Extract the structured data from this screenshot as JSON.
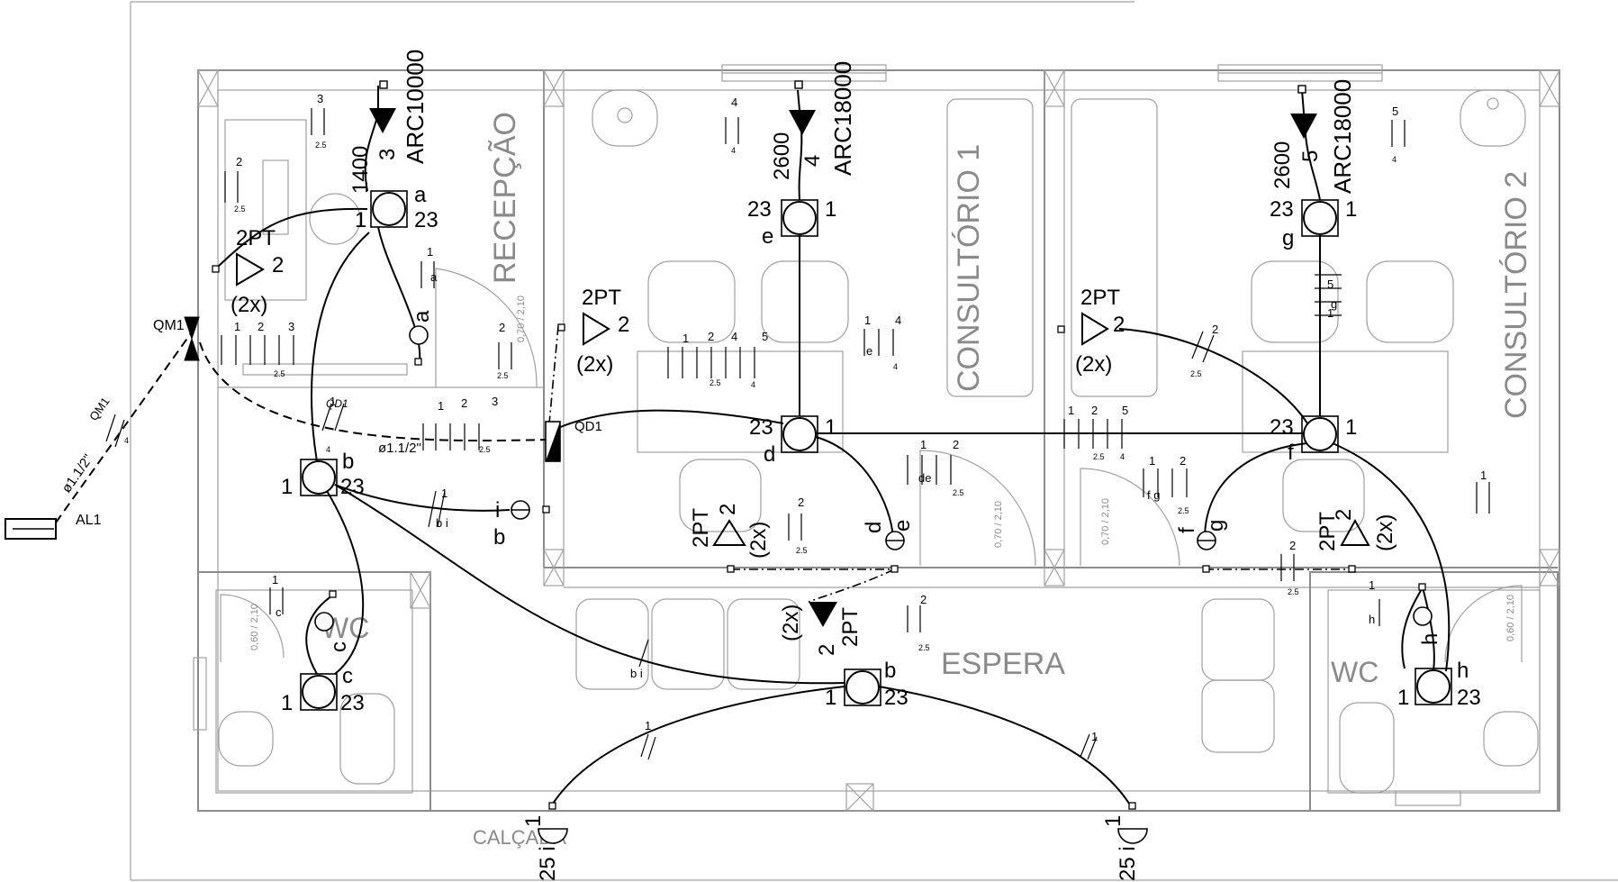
{
  "rooms": {
    "recepcao": "RECEPÇÃO",
    "consultorio1": "CONSULTÓRIO 1",
    "consultorio2": "CONSULTÓRIO 2",
    "espera": "ESPERA",
    "wc_left": "WC",
    "wc_right": "WC",
    "calcada": "CALÇADA"
  },
  "panels": {
    "qm1": "QM1",
    "qd1": "QD1",
    "al1": "AL1",
    "qd1_conduit": "QD1",
    "qm1_conduit": "QM1"
  },
  "conduits": {
    "main": "ø1.1/2\"",
    "main2": "ø1.1/2\""
  },
  "ac_units": [
    {
      "label": "ARC10000",
      "power": "1400",
      "circuit": "3"
    },
    {
      "label": "ARC18000",
      "power": "2600",
      "circuit": "4"
    },
    {
      "label": "ARC18000",
      "power": "2600",
      "circuit": "5"
    }
  ],
  "outlets": {
    "label": "2PT",
    "circuit": "2",
    "count": "(2x)"
  },
  "lights": {
    "a": {
      "switch": "a",
      "left": "1",
      "right": "23"
    },
    "b": {
      "switch": "b",
      "left": "1",
      "right": "23"
    },
    "c": {
      "switch": "c",
      "left": "1",
      "right": "23"
    },
    "d": {
      "switch": "d",
      "left": "23",
      "right": "1"
    },
    "e": {
      "switch": "e",
      "left": "23",
      "right": "1"
    },
    "f": {
      "switch": "f",
      "left": "23",
      "right": "1"
    },
    "g": {
      "switch": "g",
      "left": "23",
      "right": "1"
    },
    "h": {
      "switch": "h",
      "left": "1",
      "right": "23"
    },
    "b2": {
      "switch": "b",
      "left": "1",
      "right": "23"
    }
  },
  "switch_labels": {
    "a": "a",
    "b": "b",
    "c": "c",
    "d": "d",
    "e": "e",
    "f": "f",
    "g": "g",
    "h": "h",
    "i": "i",
    "i2": "i"
  },
  "door_labels": {
    "d070": "0,70 / 2,10",
    "d060": "0,60 / 2,10"
  },
  "wire_tags": {
    "n1": "1",
    "n2": "2",
    "n3": "3",
    "n4": "4",
    "n5": "5",
    "s25": "2.5",
    "de": "de",
    "fg": "f g",
    "bi": "b i",
    "a": "a",
    "c": "c",
    "e": "e",
    "h": "h",
    "g": "g",
    "i": "i"
  },
  "exterior": {
    "left_num": "1",
    "right_num": "1",
    "left_bottom": "25 i",
    "right_bottom": "25 i"
  }
}
